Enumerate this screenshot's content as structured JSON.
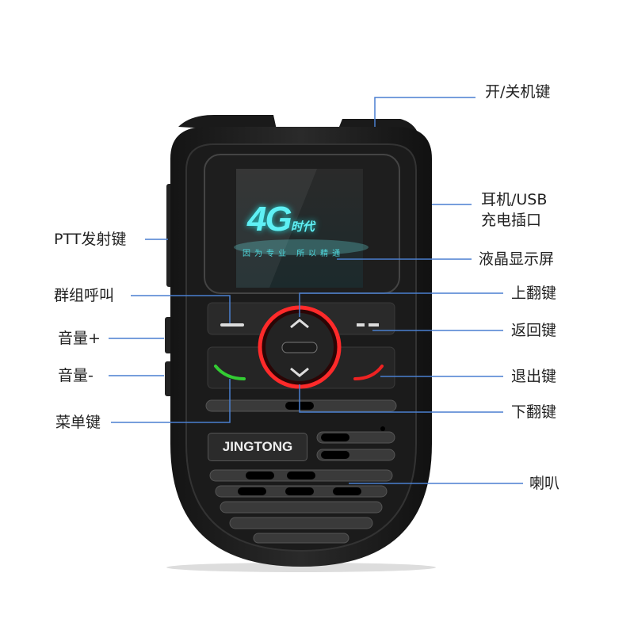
{
  "device": {
    "brand": "JINGTONG",
    "screen_logo": "4G",
    "screen_logo_suffix": "时代",
    "screen_slogan": "因为专业 所以精通"
  },
  "callouts": {
    "power": "开/关机键",
    "usb_line1": "耳机/USB",
    "usb_line2": "充电插口",
    "ptt": "PTT发射键",
    "lcd": "液晶显示屏",
    "group_call": "群组呼叫",
    "page_up": "上翻键",
    "volume_up": "音量+",
    "back": "返回键",
    "volume_down": "音量-",
    "exit": "退出键",
    "menu": "菜单键",
    "page_down": "下翻键",
    "speaker": "喇叭"
  },
  "colors": {
    "leader": "#4a7fd0",
    "ring": "#e02020",
    "call": "#3c3",
    "end": "#e22",
    "screen_accent": "#5ff0f5"
  }
}
